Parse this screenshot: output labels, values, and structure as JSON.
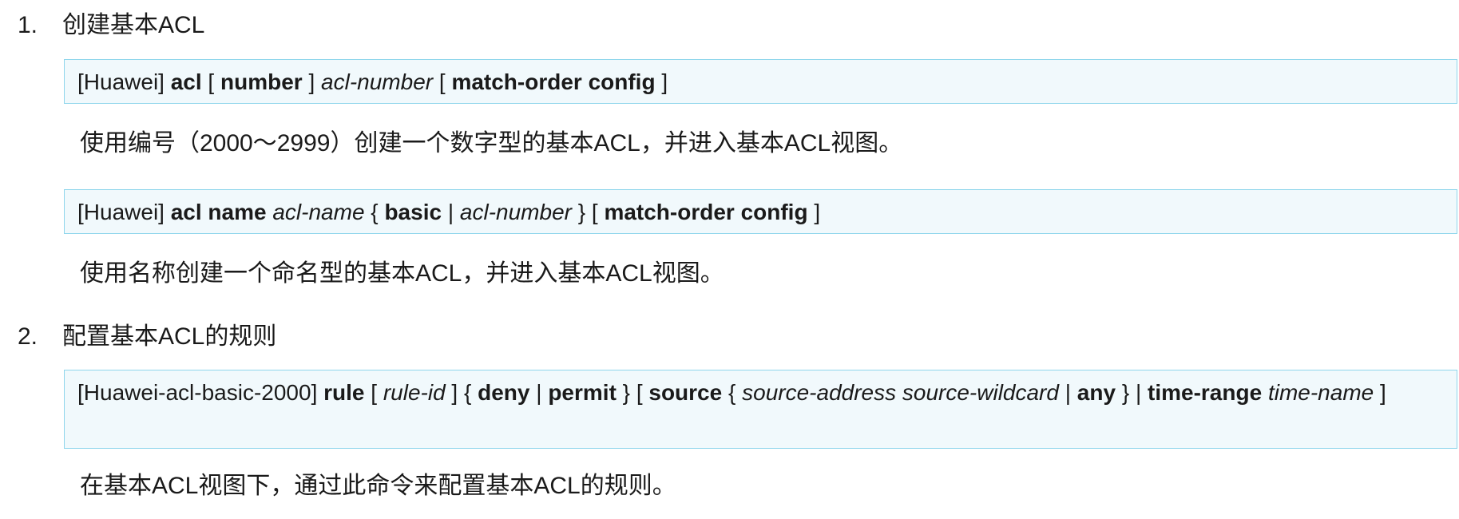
{
  "sections": [
    {
      "number": "1.",
      "title": "创建基本ACL",
      "commands": [
        {
          "segments": [
            {
              "text": "[Huawei] ",
              "style": "plain"
            },
            {
              "text": "acl",
              "style": "bold"
            },
            {
              "text": " [ ",
              "style": "plain"
            },
            {
              "text": "number",
              "style": "bold"
            },
            {
              "text": " ] ",
              "style": "plain"
            },
            {
              "text": "acl-number",
              "style": "italic"
            },
            {
              "text": " [ ",
              "style": "plain"
            },
            {
              "text": "match-order config",
              "style": "bold"
            },
            {
              "text": " ]",
              "style": "plain"
            }
          ],
          "description": "使用编号（2000～2999）创建一个数字型的基本ACL，并进入基本ACL视图。"
        },
        {
          "segments": [
            {
              "text": "[Huawei] ",
              "style": "plain"
            },
            {
              "text": "acl name",
              "style": "bold"
            },
            {
              "text": " ",
              "style": "plain"
            },
            {
              "text": "acl-name",
              "style": "italic"
            },
            {
              "text": " { ",
              "style": "plain"
            },
            {
              "text": "basic",
              "style": "bold"
            },
            {
              "text": " | ",
              "style": "plain"
            },
            {
              "text": "acl-number",
              "style": "italic"
            },
            {
              "text": " } [ ",
              "style": "plain"
            },
            {
              "text": "match-order config",
              "style": "bold"
            },
            {
              "text": " ]",
              "style": "plain"
            }
          ],
          "description": "使用名称创建一个命名型的基本ACL，并进入基本ACL视图。"
        }
      ]
    },
    {
      "number": "2.",
      "title": "配置基本ACL的规则",
      "commands": [
        {
          "segments": [
            {
              "text": "[Huawei-acl-basic-2000] ",
              "style": "plain"
            },
            {
              "text": "rule",
              "style": "bold"
            },
            {
              "text": " [ ",
              "style": "plain"
            },
            {
              "text": "rule-id",
              "style": "italic"
            },
            {
              "text": " ] { ",
              "style": "plain"
            },
            {
              "text": "deny",
              "style": "bold"
            },
            {
              "text": " | ",
              "style": "plain"
            },
            {
              "text": "permit",
              "style": "bold"
            },
            {
              "text": " } [ ",
              "style": "plain"
            },
            {
              "text": "source",
              "style": "bold"
            },
            {
              "text": " { ",
              "style": "plain"
            },
            {
              "text": "source-address source-wildcard",
              "style": "italic"
            },
            {
              "text": " | ",
              "style": "plain"
            },
            {
              "text": "any",
              "style": "bold"
            },
            {
              "text": " } | ",
              "style": "plain"
            },
            {
              "text": "time-range",
              "style": "bold"
            },
            {
              "text": " ",
              "style": "plain"
            },
            {
              "text": "time-name",
              "style": "italic"
            },
            {
              "text": " ]",
              "style": "plain"
            }
          ],
          "description": "在基本ACL视图下，通过此命令来配置基本ACL的规则。"
        }
      ]
    }
  ],
  "colors": {
    "box_background": "#f1f9fc",
    "box_border": "#8fd6ec",
    "text": "#1a1a1a"
  }
}
